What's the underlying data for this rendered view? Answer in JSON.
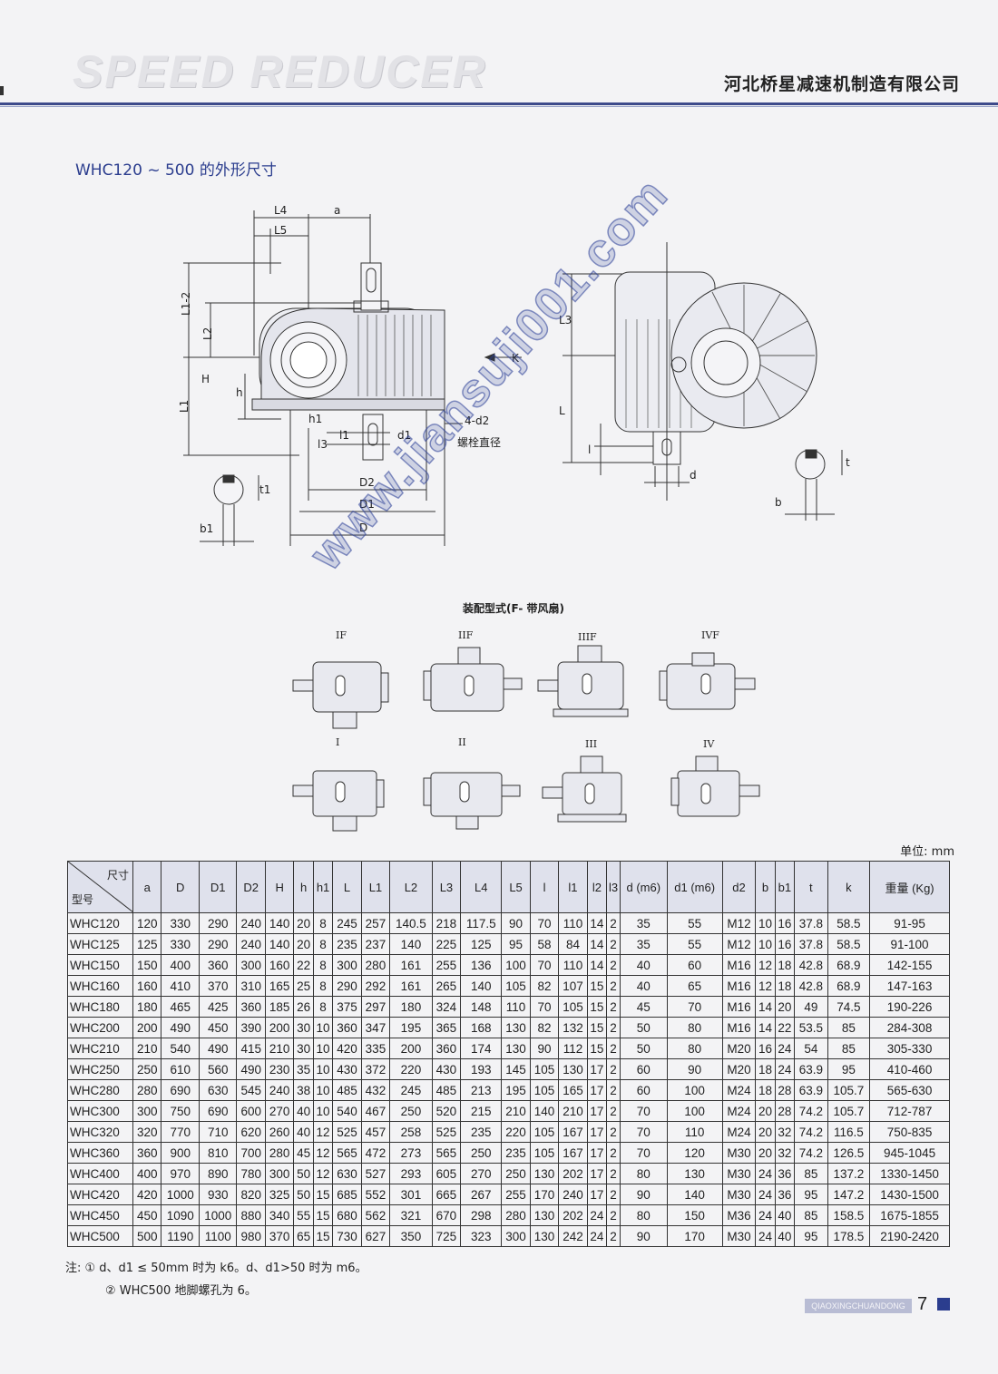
{
  "header": {
    "brand": "SPEED REDUCER",
    "company": "河北桥星减速机制造有限公司"
  },
  "section_title": "WHC120 ~ 500 的外形尺寸",
  "drawing_labels": {
    "L4": "L4",
    "L5": "L5",
    "a": "a",
    "L1_2": "L1-2",
    "L2": "L2",
    "H": "H",
    "h": "h",
    "L1": "L1",
    "h1": "h1",
    "l3": "l3",
    "l1": "l1",
    "d1": "d1",
    "bolt": "4-d2",
    "bolt_caption": "螺栓直径",
    "D2": "D2",
    "D1": "D1",
    "D": "D",
    "t1": "t1",
    "b1": "b1",
    "K": "K",
    "L3": "L3",
    "L": "L",
    "l": "l",
    "d": "d",
    "t": "t",
    "b": "b"
  },
  "watermark": "www.jiansuji001.com",
  "assembly": {
    "title": "装配型式(F- 带风扇)",
    "labels_fan": [
      "IF",
      "IIF",
      "IIIF",
      "IVF"
    ],
    "labels_plain": [
      "I",
      "II",
      "III",
      "IV"
    ]
  },
  "unit_label": "单位: mm",
  "table": {
    "corner_top": "尺寸",
    "corner_bottom": "型号",
    "columns": [
      "a",
      "D",
      "D1",
      "D2",
      "H",
      "h",
      "h1",
      "L",
      "L1",
      "L2",
      "L3",
      "L4",
      "L5",
      "l",
      "l1",
      "l2",
      "l3",
      "d (m6)",
      "d1 (m6)",
      "d2",
      "b",
      "b1",
      "t",
      "k",
      "重量 (Kg)"
    ],
    "rows": [
      [
        "WHC120",
        "120",
        "330",
        "290",
        "240",
        "140",
        "20",
        "8",
        "245",
        "257",
        "140.5",
        "218",
        "117.5",
        "90",
        "70",
        "110",
        "14",
        "2",
        "35",
        "55",
        "M12",
        "10",
        "16",
        "37.8",
        "58.5",
        "91-95"
      ],
      [
        "WHC125",
        "125",
        "330",
        "290",
        "240",
        "140",
        "20",
        "8",
        "235",
        "237",
        "140",
        "225",
        "125",
        "95",
        "58",
        "84",
        "14",
        "2",
        "35",
        "55",
        "M12",
        "10",
        "16",
        "37.8",
        "58.5",
        "91-100"
      ],
      [
        "WHC150",
        "150",
        "400",
        "360",
        "300",
        "160",
        "22",
        "8",
        "300",
        "280",
        "161",
        "255",
        "136",
        "100",
        "70",
        "110",
        "14",
        "2",
        "40",
        "60",
        "M16",
        "12",
        "18",
        "42.8",
        "68.9",
        "142-155"
      ],
      [
        "WHC160",
        "160",
        "410",
        "370",
        "310",
        "165",
        "25",
        "8",
        "290",
        "292",
        "161",
        "265",
        "140",
        "105",
        "82",
        "107",
        "15",
        "2",
        "40",
        "65",
        "M16",
        "12",
        "18",
        "42.8",
        "68.9",
        "147-163"
      ],
      [
        "WHC180",
        "180",
        "465",
        "425",
        "360",
        "185",
        "26",
        "8",
        "375",
        "297",
        "180",
        "324",
        "148",
        "110",
        "70",
        "105",
        "15",
        "2",
        "45",
        "70",
        "M16",
        "14",
        "20",
        "49",
        "74.5",
        "190-226"
      ],
      [
        "WHC200",
        "200",
        "490",
        "450",
        "390",
        "200",
        "30",
        "10",
        "360",
        "347",
        "195",
        "365",
        "168",
        "130",
        "82",
        "132",
        "15",
        "2",
        "50",
        "80",
        "M16",
        "14",
        "22",
        "53.5",
        "85",
        "284-308"
      ],
      [
        "WHC210",
        "210",
        "540",
        "490",
        "415",
        "210",
        "30",
        "10",
        "420",
        "335",
        "200",
        "360",
        "174",
        "130",
        "90",
        "112",
        "15",
        "2",
        "50",
        "80",
        "M20",
        "16",
        "24",
        "54",
        "85",
        "305-330"
      ],
      [
        "WHC250",
        "250",
        "610",
        "560",
        "490",
        "230",
        "35",
        "10",
        "430",
        "372",
        "220",
        "430",
        "193",
        "145",
        "105",
        "130",
        "17",
        "2",
        "60",
        "90",
        "M20",
        "18",
        "24",
        "63.9",
        "95",
        "410-460"
      ],
      [
        "WHC280",
        "280",
        "690",
        "630",
        "545",
        "240",
        "38",
        "10",
        "485",
        "432",
        "245",
        "485",
        "213",
        "195",
        "105",
        "165",
        "17",
        "2",
        "60",
        "100",
        "M24",
        "18",
        "28",
        "63.9",
        "105.7",
        "565-630"
      ],
      [
        "WHC300",
        "300",
        "750",
        "690",
        "600",
        "270",
        "40",
        "10",
        "540",
        "467",
        "250",
        "520",
        "215",
        "210",
        "140",
        "210",
        "17",
        "2",
        "70",
        "100",
        "M24",
        "20",
        "28",
        "74.2",
        "105.7",
        "712-787"
      ],
      [
        "WHC320",
        "320",
        "770",
        "710",
        "620",
        "260",
        "40",
        "12",
        "525",
        "457",
        "258",
        "525",
        "235",
        "220",
        "105",
        "167",
        "17",
        "2",
        "70",
        "110",
        "M24",
        "20",
        "32",
        "74.2",
        "116.5",
        "750-835"
      ],
      [
        "WHC360",
        "360",
        "900",
        "810",
        "700",
        "280",
        "45",
        "12",
        "565",
        "472",
        "273",
        "565",
        "250",
        "235",
        "105",
        "167",
        "17",
        "2",
        "70",
        "120",
        "M30",
        "20",
        "32",
        "74.2",
        "126.5",
        "945-1045"
      ],
      [
        "WHC400",
        "400",
        "970",
        "890",
        "780",
        "300",
        "50",
        "12",
        "630",
        "527",
        "293",
        "605",
        "270",
        "250",
        "130",
        "202",
        "17",
        "2",
        "80",
        "130",
        "M30",
        "24",
        "36",
        "85",
        "137.2",
        "1330-1450"
      ],
      [
        "WHC420",
        "420",
        "1000",
        "930",
        "820",
        "325",
        "50",
        "15",
        "685",
        "552",
        "301",
        "665",
        "267",
        "255",
        "170",
        "240",
        "17",
        "2",
        "90",
        "140",
        "M30",
        "24",
        "36",
        "95",
        "147.2",
        "1430-1500"
      ],
      [
        "WHC450",
        "450",
        "1090",
        "1000",
        "880",
        "340",
        "55",
        "15",
        "680",
        "562",
        "321",
        "670",
        "298",
        "280",
        "130",
        "202",
        "24",
        "2",
        "80",
        "150",
        "M36",
        "24",
        "40",
        "85",
        "158.5",
        "1675-1855"
      ],
      [
        "WHC500",
        "500",
        "1190",
        "1100",
        "980",
        "370",
        "65",
        "15",
        "730",
        "627",
        "350",
        "725",
        "323",
        "300",
        "130",
        "242",
        "24",
        "2",
        "90",
        "170",
        "M30",
        "24",
        "40",
        "95",
        "178.5",
        "2190-2420"
      ]
    ]
  },
  "notes": {
    "n1": "注: ① d、d1 ≤ 50mm 时为 k6。d、d1>50 时为 m6。",
    "n2": "② WHC500 地脚螺孔为 6。"
  },
  "footer": {
    "tag": "QIAOXINGCHUANDONG",
    "page": "7"
  },
  "colors": {
    "accent": "#2b3d8e",
    "header_fill": "#dfe1ec"
  }
}
